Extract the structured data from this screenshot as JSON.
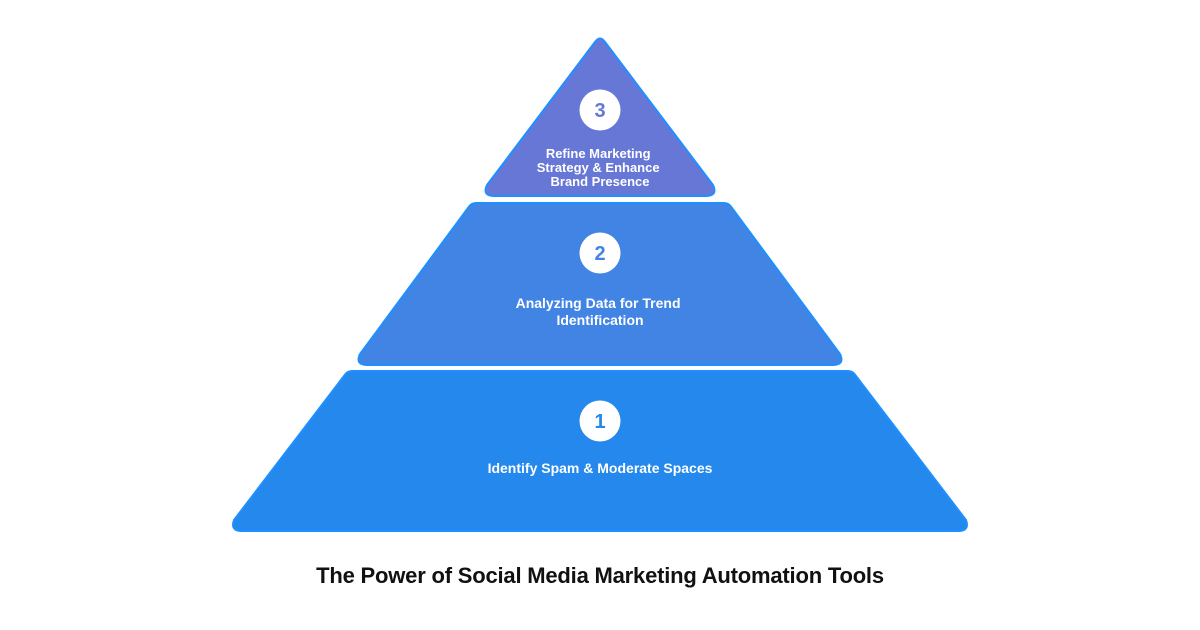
{
  "diagram": {
    "title": "The Power of Social Media Marketing Automation Tools",
    "levels": [
      {
        "number": "1",
        "label_lines": [
          "Identify Spam & Moderate Spaces"
        ],
        "fill": "#2588EC",
        "number_color": "#2588EC"
      },
      {
        "number": "2",
        "label_lines": [
          "Analyzing Data for Trend",
          "Identification"
        ],
        "fill": "#4184E3",
        "number_color": "#4184E3"
      },
      {
        "number": "3",
        "label_lines": [
          "Refine Marketing",
          "Strategy & Enhance",
          "Brand Presence"
        ],
        "fill": "#6777D6",
        "number_color": "#6777D6"
      }
    ],
    "outline_color": "#1E90FF"
  }
}
